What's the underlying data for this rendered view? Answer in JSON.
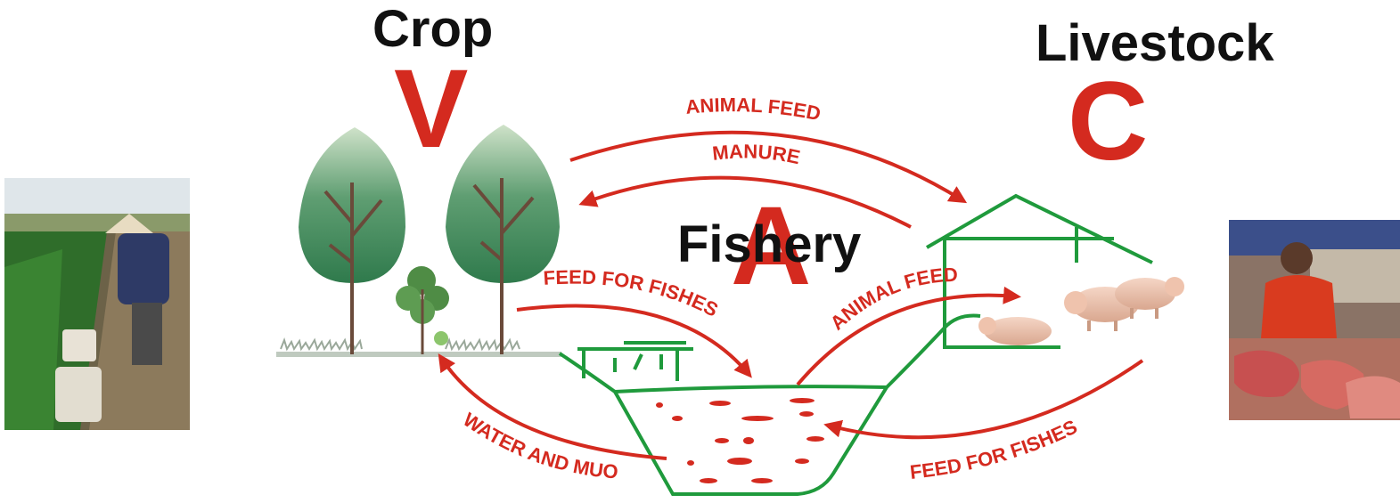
{
  "headings": {
    "crop": "Crop",
    "livestock": "Livestock",
    "fishery": "Fishery"
  },
  "letters": {
    "v": "V",
    "c": "C",
    "a": "A"
  },
  "flows": {
    "animal_feed_top": "ANIMAL FEED",
    "manure": "MANURE",
    "feed_for_fishes_left": "FEED FOR FISHES",
    "animal_feed_pond": "ANIMAL FEED",
    "water_and_muo": "WATER AND MUO",
    "feed_for_fishes_right": "FEED FOR FISHES"
  },
  "colors": {
    "flow_red": "#d42a1f",
    "structure_green": "#1f9a3c",
    "tree_green": "#3f8a5a"
  },
  "icons": [
    "farmer-photo",
    "tree-icon",
    "sapling-icon",
    "pond-icon",
    "barn-icon",
    "pig-icon",
    "market-photo"
  ]
}
